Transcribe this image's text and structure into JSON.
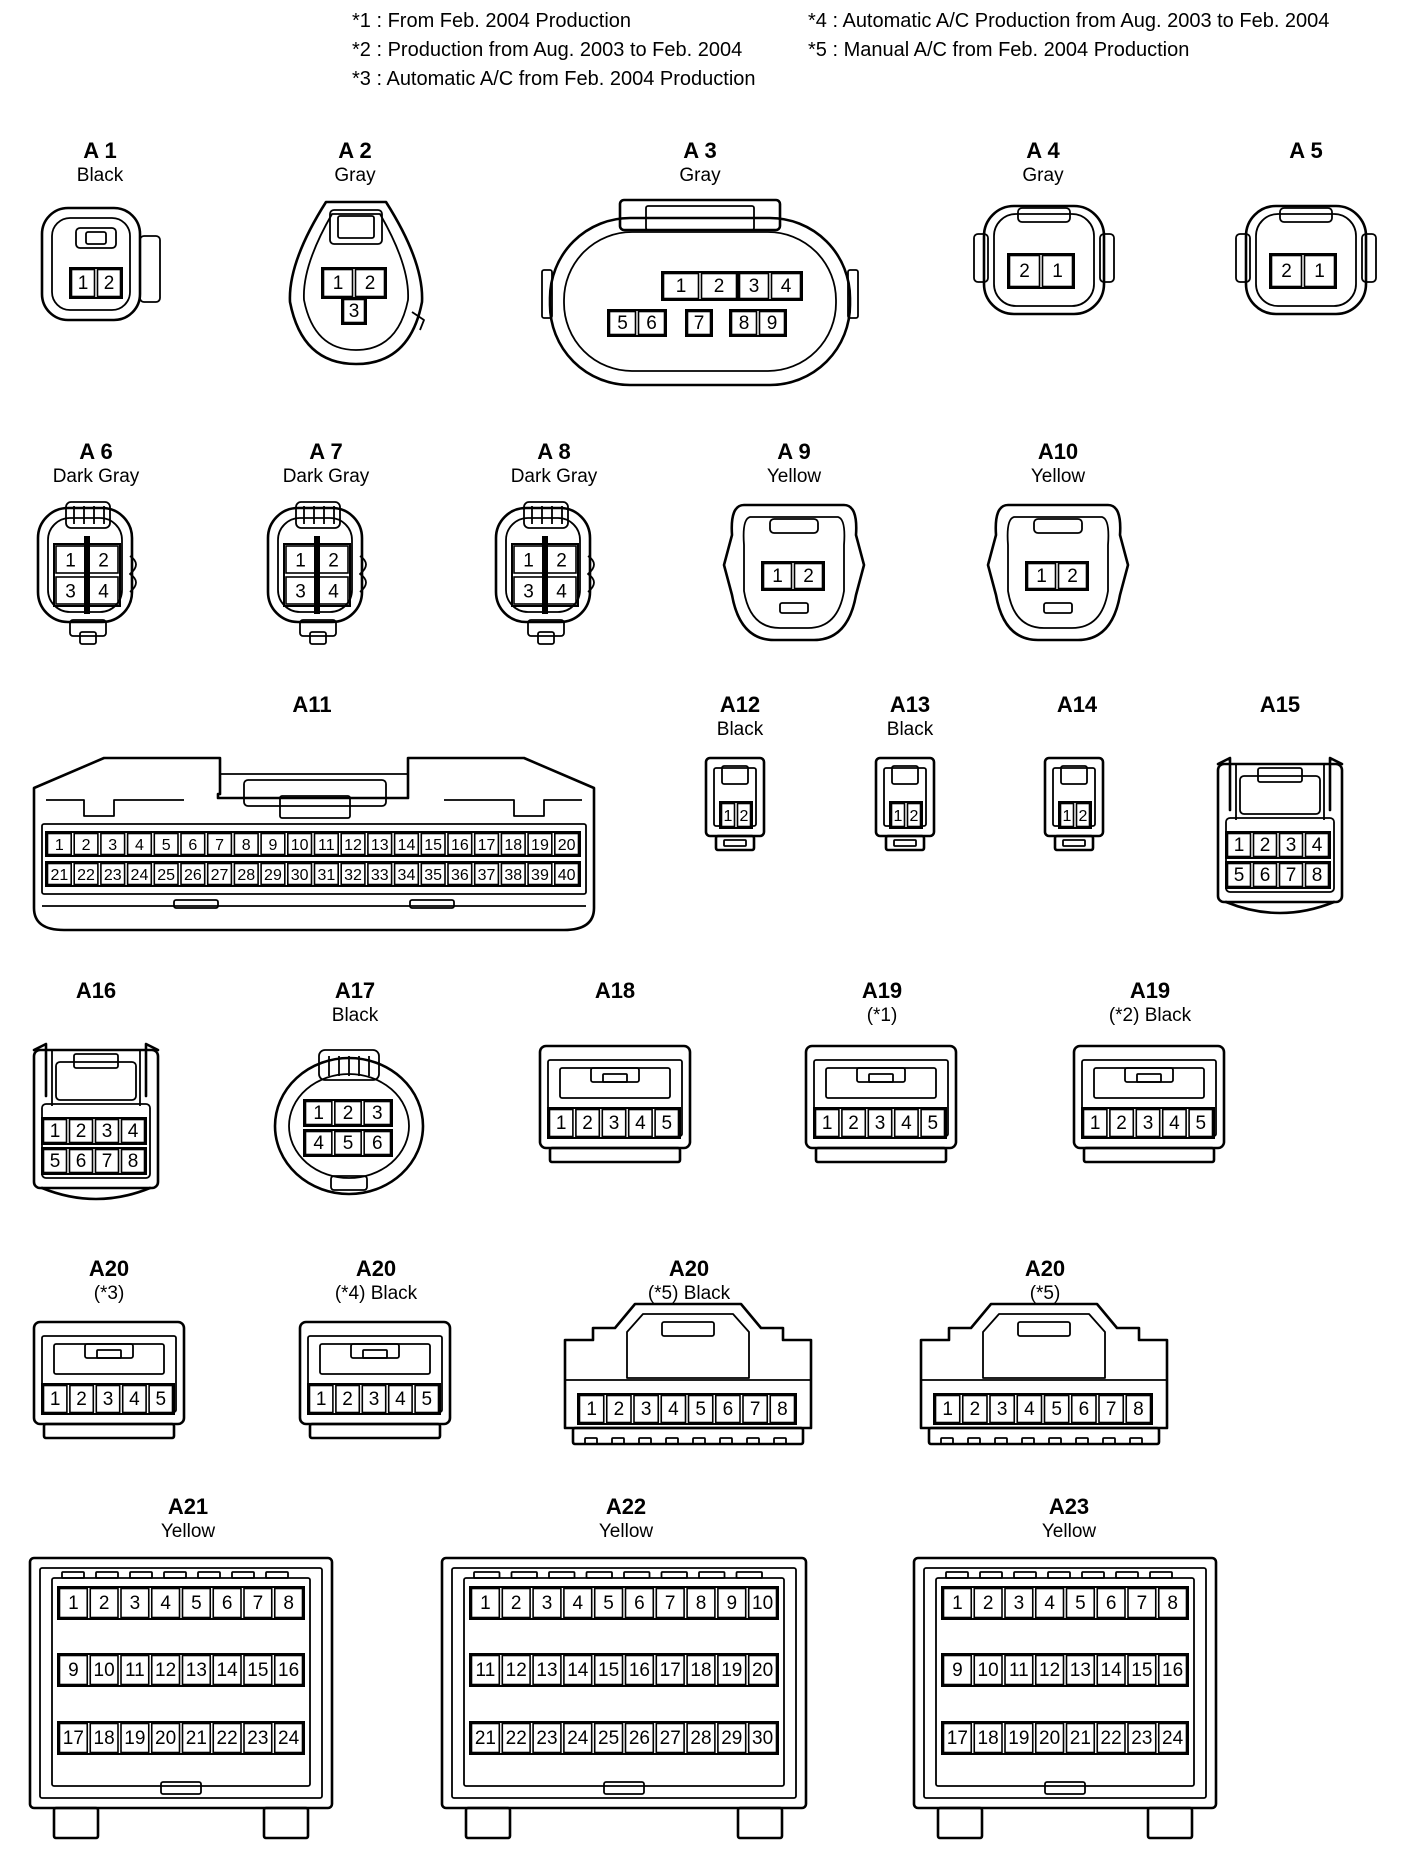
{
  "notes": [
    {
      "id": "n1",
      "text": "*1 : From Feb. 2004 Production"
    },
    {
      "id": "n2",
      "text": "*2 : Production from Aug. 2003 to Feb. 2004"
    },
    {
      "id": "n3",
      "text": "*3 : Automatic A/C from Feb. 2004 Production"
    },
    {
      "id": "n4",
      "text": "*4 : Automatic A/C Production from Aug. 2003 to Feb. 2004"
    },
    {
      "id": "n5",
      "text": "*5 : Manual A/C from Feb. 2004 Production"
    }
  ],
  "connectors": [
    {
      "id": "A1",
      "name": "A 1",
      "color": "Black",
      "pins": [
        [
          "1",
          "2"
        ]
      ]
    },
    {
      "id": "A2",
      "name": "A 2",
      "color": "Gray",
      "pins": [
        [
          "1",
          "2"
        ],
        [
          "3"
        ]
      ]
    },
    {
      "id": "A3",
      "name": "A 3",
      "color": "Gray",
      "pins": [
        [
          "1",
          "2",
          "3",
          "4"
        ],
        [
          "5",
          "6",
          "7",
          "8",
          "9"
        ]
      ]
    },
    {
      "id": "A4",
      "name": "A 4",
      "color": "Gray",
      "pins": [
        [
          "2",
          "1"
        ]
      ]
    },
    {
      "id": "A5",
      "name": "A 5",
      "color": "",
      "pins": [
        [
          "2",
          "1"
        ]
      ]
    },
    {
      "id": "A6",
      "name": "A 6",
      "color": "Dark Gray",
      "pins": [
        [
          "1",
          "2"
        ],
        [
          "3",
          "4"
        ]
      ]
    },
    {
      "id": "A7",
      "name": "A 7",
      "color": "Dark Gray",
      "pins": [
        [
          "1",
          "2"
        ],
        [
          "3",
          "4"
        ]
      ]
    },
    {
      "id": "A8",
      "name": "A 8",
      "color": "Dark Gray",
      "pins": [
        [
          "1",
          "2"
        ],
        [
          "3",
          "4"
        ]
      ]
    },
    {
      "id": "A9",
      "name": "A 9",
      "color": "Yellow",
      "pins": [
        [
          "1",
          "2"
        ]
      ]
    },
    {
      "id": "A10",
      "name": "A10",
      "color": "Yellow",
      "pins": [
        [
          "1",
          "2"
        ]
      ]
    },
    {
      "id": "A11",
      "name": "A11",
      "color": "",
      "pins": [
        [
          "1",
          "2",
          "3",
          "4",
          "5",
          "6",
          "7",
          "8",
          "9",
          "10",
          "11",
          "12",
          "13",
          "14",
          "15",
          "16",
          "17",
          "18",
          "19",
          "20"
        ],
        [
          "21",
          "22",
          "23",
          "24",
          "25",
          "26",
          "27",
          "28",
          "29",
          "30",
          "31",
          "32",
          "33",
          "34",
          "35",
          "36",
          "37",
          "38",
          "39",
          "40"
        ]
      ]
    },
    {
      "id": "A12",
      "name": "A12",
      "color": "Black",
      "pins": [
        [
          "1",
          "2"
        ]
      ]
    },
    {
      "id": "A13",
      "name": "A13",
      "color": "Black",
      "pins": [
        [
          "1",
          "2"
        ]
      ]
    },
    {
      "id": "A14",
      "name": "A14",
      "color": "",
      "pins": [
        [
          "1",
          "2"
        ]
      ]
    },
    {
      "id": "A15",
      "name": "A15",
      "color": "",
      "pins": [
        [
          "1",
          "2",
          "3",
          "4"
        ],
        [
          "5",
          "6",
          "7",
          "8"
        ]
      ]
    },
    {
      "id": "A16",
      "name": "A16",
      "color": "",
      "pins": [
        [
          "1",
          "2",
          "3",
          "4"
        ],
        [
          "5",
          "6",
          "7",
          "8"
        ]
      ]
    },
    {
      "id": "A17",
      "name": "A17",
      "color": "Black",
      "pins": [
        [
          "1",
          "2",
          "3"
        ],
        [
          "4",
          "5",
          "6"
        ]
      ]
    },
    {
      "id": "A18",
      "name": "A18",
      "color": "",
      "pins": [
        [
          "1",
          "2",
          "3",
          "4",
          "5"
        ]
      ]
    },
    {
      "id": "A19a",
      "name": "A19",
      "color": "(*1)",
      "pins": [
        [
          "1",
          "2",
          "3",
          "4",
          "5"
        ]
      ]
    },
    {
      "id": "A19b",
      "name": "A19",
      "color": "(*2)  Black",
      "pins": [
        [
          "1",
          "2",
          "3",
          "4",
          "5"
        ]
      ]
    },
    {
      "id": "A20a",
      "name": "A20",
      "color": "(*3)",
      "pins": [
        [
          "1",
          "2",
          "3",
          "4",
          "5"
        ]
      ]
    },
    {
      "id": "A20b",
      "name": "A20",
      "color": "(*4)  Black",
      "pins": [
        [
          "1",
          "2",
          "3",
          "4",
          "5"
        ]
      ]
    },
    {
      "id": "A20c",
      "name": "A20",
      "color": "(*5)  Black",
      "pins": [
        [
          "1",
          "2",
          "3",
          "4",
          "5",
          "6",
          "7",
          "8"
        ]
      ]
    },
    {
      "id": "A20d",
      "name": "A20",
      "color": "(*5)",
      "pins": [
        [
          "1",
          "2",
          "3",
          "4",
          "5",
          "6",
          "7",
          "8"
        ]
      ]
    },
    {
      "id": "A21",
      "name": "A21",
      "color": "Yellow",
      "pins": [
        [
          "1",
          "2",
          "3",
          "4",
          "5",
          "6",
          "7",
          "8"
        ],
        [
          "9",
          "10",
          "11",
          "12",
          "13",
          "14",
          "15",
          "16"
        ],
        [
          "17",
          "18",
          "19",
          "20",
          "21",
          "22",
          "23",
          "24"
        ]
      ]
    },
    {
      "id": "A22",
      "name": "A22",
      "color": "Yellow",
      "pins": [
        [
          "1",
          "2",
          "3",
          "4",
          "5",
          "6",
          "7",
          "8",
          "9",
          "10"
        ],
        [
          "11",
          "12",
          "13",
          "14",
          "15",
          "16",
          "17",
          "18",
          "19",
          "20"
        ],
        [
          "21",
          "22",
          "23",
          "24",
          "25",
          "26",
          "27",
          "28",
          "29",
          "30"
        ]
      ]
    },
    {
      "id": "A23",
      "name": "A23",
      "color": "Yellow",
      "pins": [
        [
          "1",
          "2",
          "3",
          "4",
          "5",
          "6",
          "7",
          "8"
        ],
        [
          "9",
          "10",
          "11",
          "12",
          "13",
          "14",
          "15",
          "16"
        ],
        [
          "17",
          "18",
          "19",
          "20",
          "21",
          "22",
          "23",
          "24"
        ]
      ]
    }
  ]
}
